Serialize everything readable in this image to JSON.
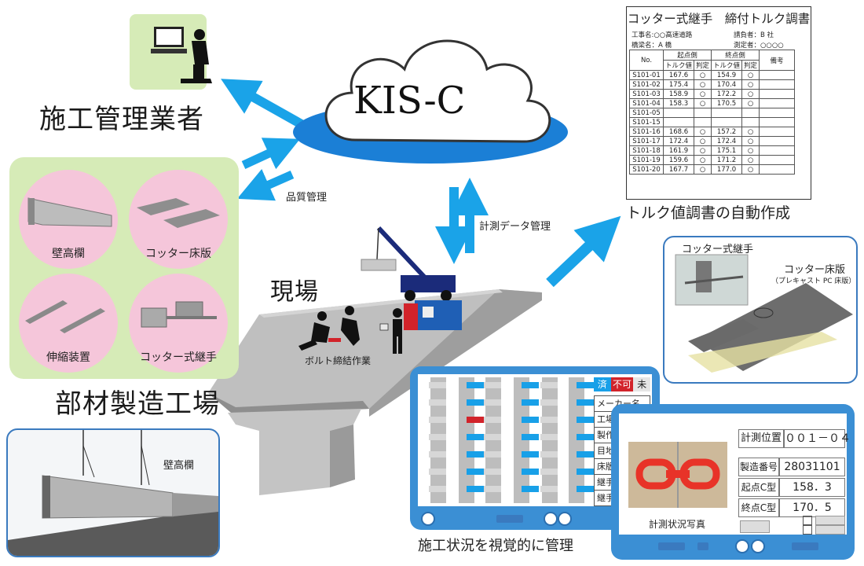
{
  "cloud": {
    "label": "KIS-C"
  },
  "contractor": {
    "label": "施工管理業者"
  },
  "quality": {
    "label": "品質管理"
  },
  "measurement": {
    "label": "計測データ管理"
  },
  "site": {
    "label": "現場",
    "work_label": "ボルト締結作業"
  },
  "factory": {
    "label": "部材製造工場",
    "items": [
      "壁高欄",
      "コッター床版",
      "伸縮装置",
      "コッター式継手"
    ]
  },
  "report": {
    "title": "コッター式継手　締付トルク調書",
    "project": "工事名:○○高速道路",
    "contractor": "請負者：B 社",
    "bridge": "橋梁名：A 橋",
    "measurer": "測定者：○○○○",
    "col_no": "No.",
    "col_start": "起点側",
    "col_end": "終点側",
    "col_torque": "トルク値",
    "col_judge": "判定",
    "col_note": "備考",
    "rows": [
      {
        "no": "S101-01",
        "a": "167.6",
        "ja": "○",
        "b": "154.9",
        "jb": "○"
      },
      {
        "no": "S101-02",
        "a": "175.4",
        "ja": "○",
        "b": "170.4",
        "jb": "○"
      },
      {
        "no": "S101-03",
        "a": "158.9",
        "ja": "○",
        "b": "172.2",
        "jb": "○"
      },
      {
        "no": "S101-04",
        "a": "158.3",
        "ja": "○",
        "b": "170.5",
        "jb": "○"
      },
      {
        "no": "S101-05",
        "a": "",
        "ja": "",
        "b": "",
        "jb": ""
      },
      {
        "no": "S101-15",
        "a": "",
        "ja": "",
        "b": "",
        "jb": ""
      },
      {
        "no": "S101-16",
        "a": "168.6",
        "ja": "○",
        "b": "157.2",
        "jb": "○"
      },
      {
        "no": "S101-17",
        "a": "172.4",
        "ja": "○",
        "b": "172.4",
        "jb": "○"
      },
      {
        "no": "S101-18",
        "a": "161.9",
        "ja": "○",
        "b": "175.1",
        "jb": "○"
      },
      {
        "no": "S101-19",
        "a": "159.6",
        "ja": "○",
        "b": "171.2",
        "jb": "○"
      },
      {
        "no": "S101-20",
        "a": "167.7",
        "ja": "○",
        "b": "177.0",
        "jb": "○"
      }
    ],
    "caption": "トルク値調書の自動作成"
  },
  "detail": {
    "joint_label": "コッター式継手",
    "slab_label": "コッター床版",
    "slab_sub": "（プレキャスト PC 床版）"
  },
  "photo_panel": {
    "label": "壁高欄"
  },
  "status_tablet": {
    "legend": [
      "済",
      "不可",
      "未"
    ],
    "rows": [
      "メーカー名",
      "工場",
      "製作",
      "目地",
      "床版",
      "継手",
      "継手"
    ],
    "caption": "施工状況を視覚的に管理"
  },
  "detail_tablet": {
    "position_label": "計測位置",
    "position_value": "００１－０４",
    "serial_label": "製造番号",
    "serial_value": "28031101",
    "start_label": "起点C型",
    "start_value": "158．3",
    "end_label": "終点C型",
    "end_value": "170．5",
    "photo_label": "計測状況写真"
  },
  "colors": {
    "arrow": "#1aa3e8",
    "cloud_base": "#1b7fd6",
    "tablet": "#3b8fd4",
    "factory_bg": "#d6ebb7",
    "circle": "#f5c6da"
  }
}
